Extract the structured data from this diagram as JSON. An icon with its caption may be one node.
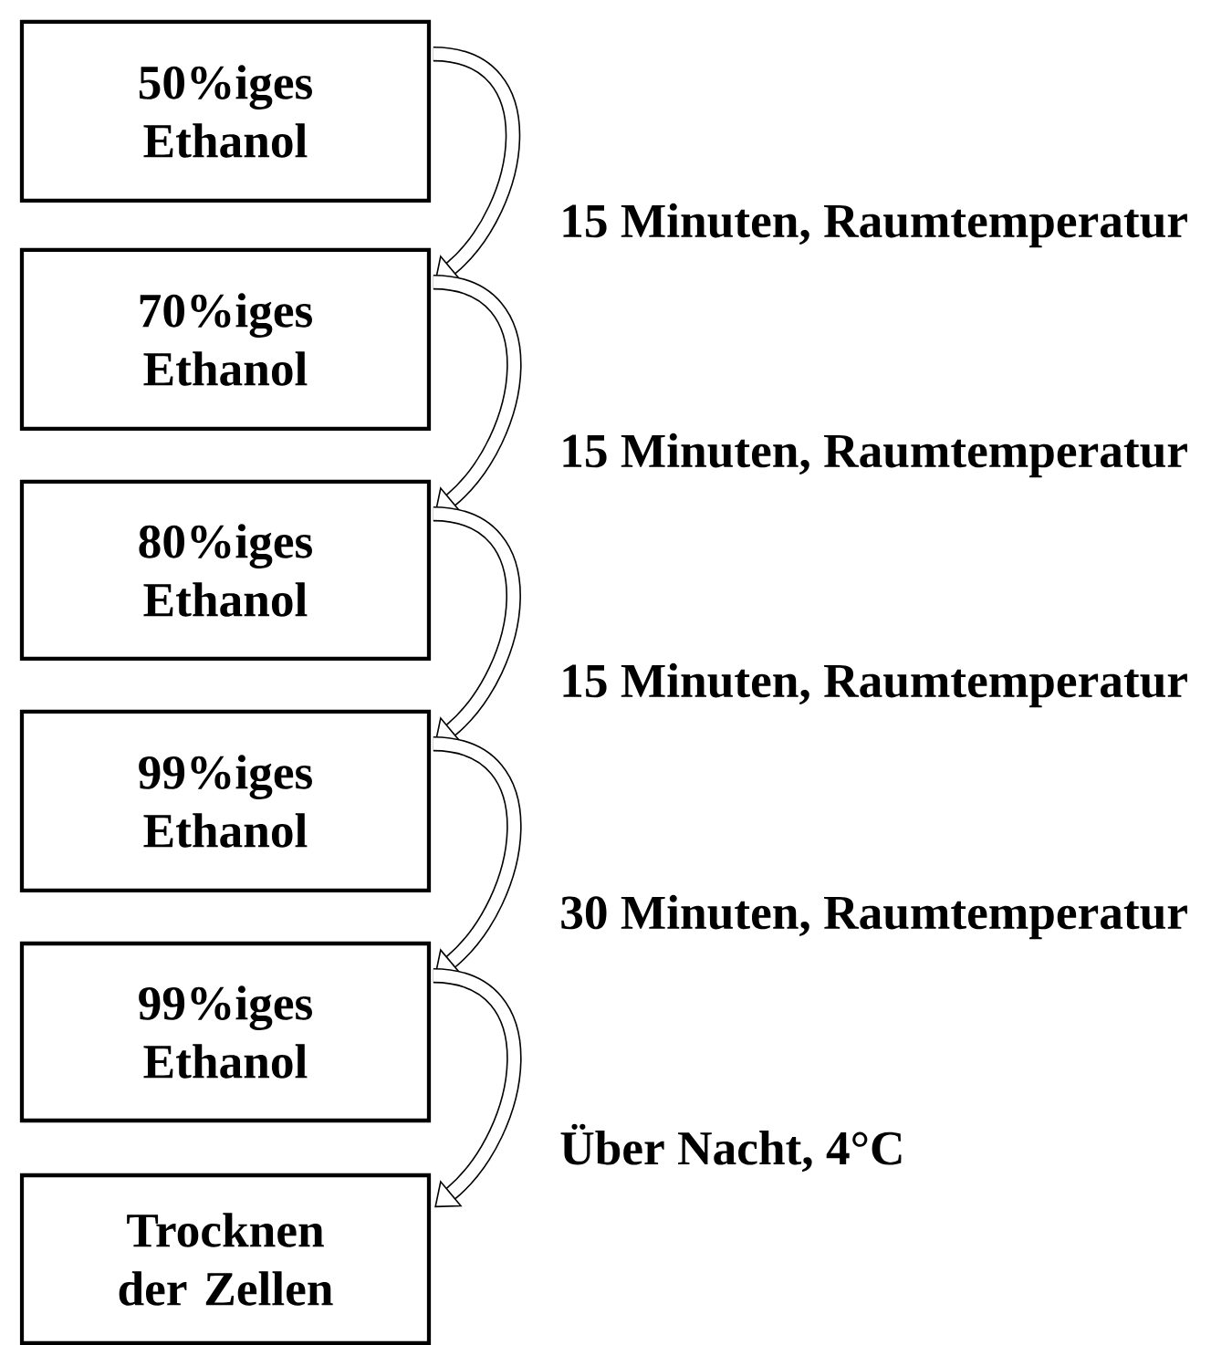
{
  "diagram": {
    "nodes": [
      {
        "text": [
          "50%iges Ethanol"
        ]
      },
      {
        "text": [
          "70%iges Ethanol"
        ]
      },
      {
        "text": [
          "80%iges Ethanol"
        ]
      },
      {
        "text": [
          "99%iges Ethanol"
        ]
      },
      {
        "text": [
          "99%iges Ethanol"
        ]
      },
      {
        "text": [
          "Trocknen der Zellen"
        ]
      }
    ],
    "edges": [
      {
        "from": 0,
        "to": 1,
        "arrow": "to",
        "label": "15 Minuten, Raumtemperatur"
      },
      {
        "from": 1,
        "to": 2,
        "arrow": "to",
        "label": "15 Minuten, Raumtemperatur"
      },
      {
        "from": 2,
        "to": 3,
        "arrow": "to",
        "label": "15 Minuten, Raumtemperatur"
      },
      {
        "from": 3,
        "to": 4,
        "arrow": "to",
        "label": "30 Minuten, Raumtemperatur"
      },
      {
        "from": 4,
        "to": 5,
        "arrow": "to",
        "label": "Über Nacht, 4°C"
      }
    ]
  }
}
